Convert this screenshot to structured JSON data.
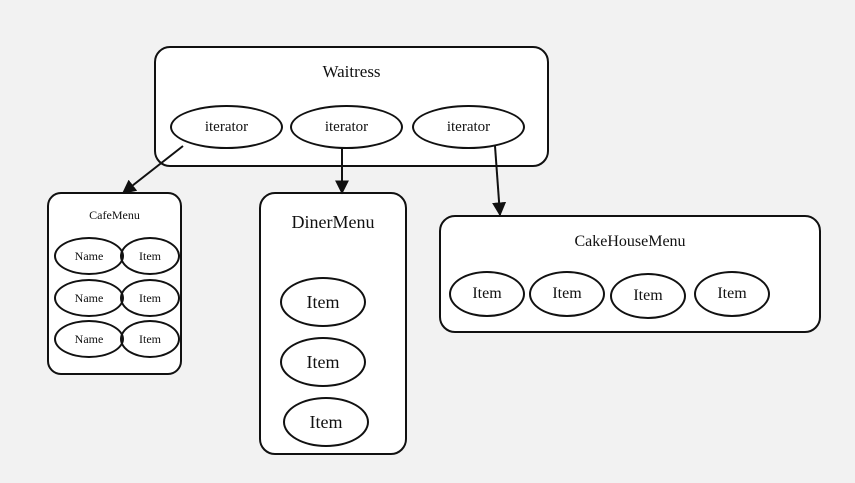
{
  "waitress": {
    "title": "Waitress",
    "iterators": [
      "iterator",
      "iterator",
      "iterator"
    ]
  },
  "cafe_menu": {
    "title": "CafeMenu",
    "rows": [
      {
        "name": "Name",
        "item": "Item"
      },
      {
        "name": "Name",
        "item": "Item"
      },
      {
        "name": "Name",
        "item": "Item"
      }
    ]
  },
  "diner_menu": {
    "title": "DinerMenu",
    "items": [
      "Item",
      "Item",
      "Item"
    ]
  },
  "cakehouse_menu": {
    "title": "CakeHouseMenu",
    "items": [
      "Item",
      "Item",
      "Item",
      "Item"
    ]
  }
}
